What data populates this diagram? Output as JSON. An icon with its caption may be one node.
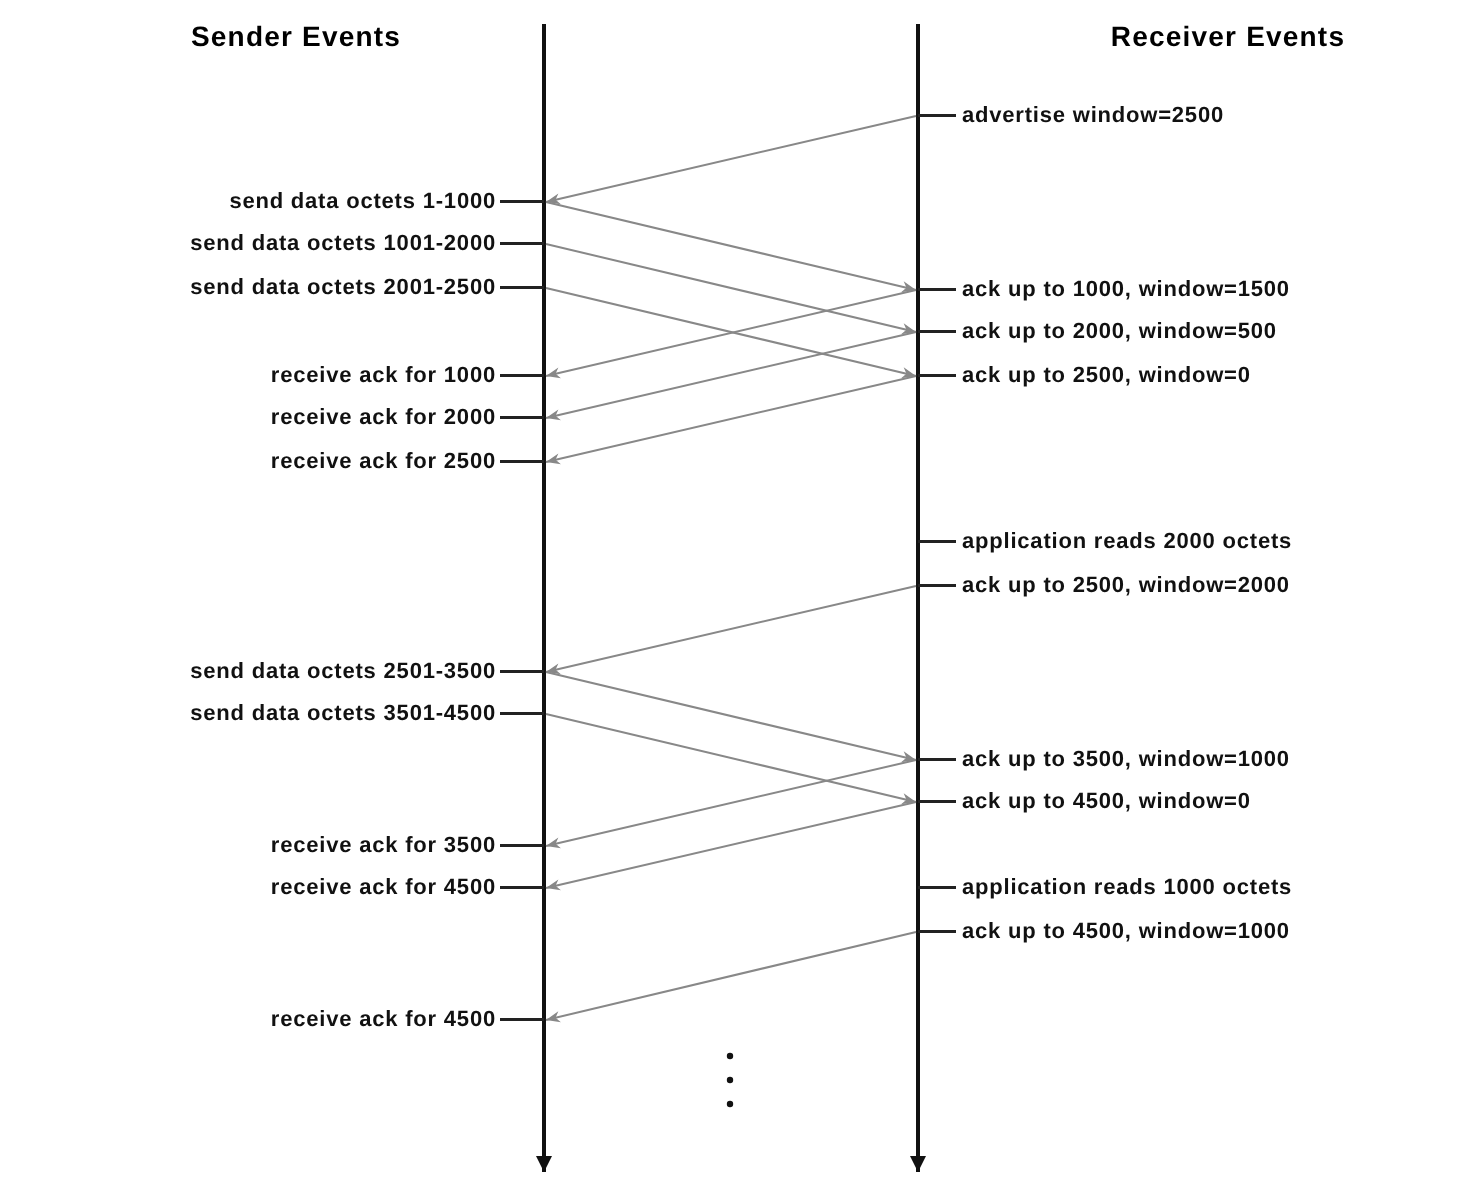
{
  "diagram": {
    "nodes": [
      {
        "text": [
          "advertise window=2500"
        ]
      },
      {
        "text": [
          "send data octets 1-1000"
        ]
      },
      {
        "text": [
          "send data octets 1001-2000"
        ]
      },
      {
        "text": [
          "send data octets 2001-2500"
        ]
      },
      {
        "text": [
          "ack up to 1000, window=1500"
        ]
      },
      {
        "text": [
          "ack up to 2000, window=500"
        ]
      },
      {
        "text": [
          "receive ack for 1000"
        ]
      },
      {
        "text": [
          "ack up to 2500, window=0"
        ]
      },
      {
        "text": [
          "receive ack for 2000"
        ]
      },
      {
        "text": [
          "receive ack for 2500"
        ]
      },
      {
        "text": [
          "application reads 2000 octets"
        ]
      },
      {
        "text": [
          "ack up to 2500, window=2000"
        ]
      },
      {
        "text": [
          "send data octets 2501-3500"
        ]
      },
      {
        "text": [
          "send data octets 3501-4500"
        ]
      },
      {
        "text": [
          "ack up to 3500, window=1000"
        ]
      },
      {
        "text": [
          "ack up to 4500, window=0"
        ]
      },
      {
        "text": [
          "receive ack for 3500"
        ]
      },
      {
        "text": [
          "receive ack for 4500"
        ]
      },
      {
        "text": [
          "application reads 1000 octets"
        ]
      },
      {
        "text": [
          "ack up to 4500, window=1000"
        ]
      },
      {
        "text": [
          "receive ack for 4500"
        ]
      }
    ],
    "edges": [
      {
        "from": 0,
        "to": 1,
        "arrow": "to"
      },
      {
        "from": 1,
        "to": 4,
        "arrow": "to"
      },
      {
        "from": 2,
        "to": 5,
        "arrow": "to"
      },
      {
        "from": 3,
        "to": 7,
        "arrow": "to"
      },
      {
        "from": 4,
        "to": 6,
        "arrow": "to"
      },
      {
        "from": 5,
        "to": 8,
        "arrow": "to"
      },
      {
        "from": 7,
        "to": 9,
        "arrow": "to"
      },
      {
        "from": 11,
        "to": 12,
        "arrow": "to"
      },
      {
        "from": 12,
        "to": 14,
        "arrow": "to"
      },
      {
        "from": 13,
        "to": 15,
        "arrow": "to"
      },
      {
        "from": 14,
        "to": 16,
        "arrow": "to"
      },
      {
        "from": 15,
        "to": 17,
        "arrow": "to"
      },
      {
        "from": 19,
        "to": 20,
        "arrow": "to"
      }
    ],
    "labels": [
      "Sender Events",
      "Receiver Events"
    ]
  }
}
